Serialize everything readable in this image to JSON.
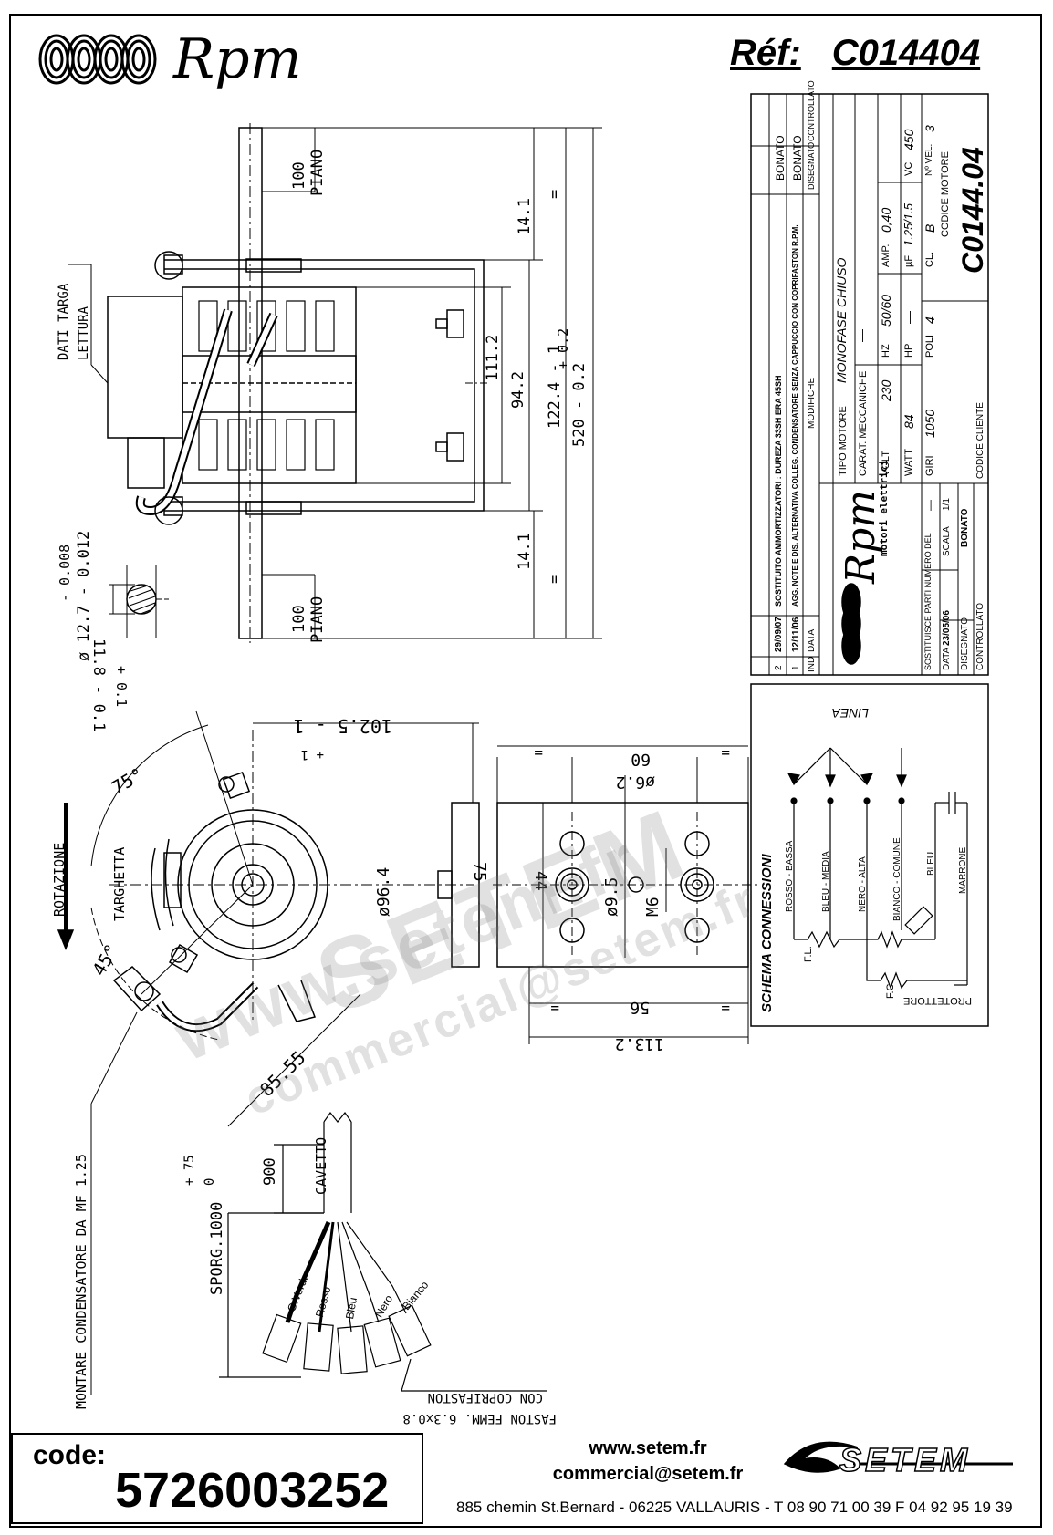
{
  "header": {
    "brand": "Rpm",
    "ref_label": "Réf:",
    "ref_value": "C014404"
  },
  "top_view": {
    "dati_targa": "DATI TARGA",
    "lettura": "LETTURA",
    "dim_100_top": "100",
    "piano_top": "PIANO",
    "dim_100_bottom": "100",
    "piano_bottom": "PIANO",
    "dim_14_1_top": "14.1",
    "dim_14_1_bottom": "14.1",
    "dim_111": "111.2",
    "dim_94": "94.2",
    "dim_122": "122.4 - 1",
    "dim_520": "520 - 0.2",
    "tol_520": "+ 0.2",
    "eq": "=",
    "shaft_tol_top": "- 0.008",
    "shaft_diam": "ø 12.7 - 0.012",
    "shaft_flat": "11.8 - 0.1",
    "shaft_flat_tol": "+ 0.1"
  },
  "front_view": {
    "angle_75": "75°",
    "angle_45": "45°",
    "rotazione": "ROTAZIONE",
    "targhetta": "TARGHETTA",
    "dim_102": "102.5 - 1",
    "dim_102_tol": "+ 1",
    "dim_96": "ø96.4",
    "dim_85": "85.55",
    "condensatore": "MONTARE CONDENSATORE DA MF 1.25"
  },
  "side_view": {
    "dim_60": "60",
    "dim_6_2": "ø6.2",
    "dim_75": "75",
    "dim_44": "44",
    "dim_9_5": "ø9.5",
    "dim_m6": "M6",
    "dim_56": "56",
    "dim_113": "113.2",
    "eq": "="
  },
  "cable": {
    "cavetto": "CAVETTO",
    "dim_900": "900",
    "sporg": "SPORG.1000",
    "sporg_tol_plus": "+ 75",
    "sporg_tol_zero": "0",
    "wires": [
      "G.Verde",
      "Rosso",
      "Bleu",
      "Nero",
      "Bianco"
    ],
    "faston": "FASTON FEMM. 6.3x0.8",
    "copri": "CON COPRIFASTON"
  },
  "title_block": {
    "revisions": [
      {
        "ind": "2",
        "data": "29/09/07",
        "text": "SOSTITUITO AMMORTIZZATORI : DUREZA 33SH ERA 45SH",
        "by": "BONATO"
      },
      {
        "ind": "1",
        "data": "12/11/06",
        "text": "AGG. NOTE E DIS. ALTERNATIVA COLLEG. CONDENSATORE SENZA CAPPUCCIO CON COPRIFASTON R.P.M.",
        "by": "BONATO"
      }
    ],
    "col_ind": "IND",
    "col_data": "DATA",
    "col_modifiche": "MODIFICHE",
    "col_disegnato": "DISEGNATO",
    "col_controllato": "CONTROLLATO",
    "rpm_sub": "motori elettrici",
    "tipo_motore_label": "TIPO MOTORE",
    "tipo_motore": "MONOFASE CHIUSO",
    "carat_label": "CARAT. MECCANICHE",
    "carat_value": "—",
    "volt_label": "VOLT",
    "volt": "230",
    "hz_label": "HZ",
    "hz": "50/60",
    "amp_label": "AMP.",
    "amp": "0,40",
    "watt_label": "WATT",
    "watt": "84",
    "hp_label": "HP",
    "hp": "—",
    "uf_label": "µF",
    "uf": "1.25/1.5",
    "vc_label": "VC",
    "vc": "450",
    "giri_label": "GIRI",
    "giri": "1050",
    "poli_label": "POLI",
    "poli": "4",
    "cl_label": "CL.",
    "cl": "B",
    "nvel_label": "Nº VEL.",
    "nvel": "3",
    "codice_motore_label": "CODICE MOTORE",
    "codice_motore": "C0144.04",
    "sostituisce_label": "SOSTITUISCE PARTI NUMERO DEL",
    "sostituisce": "—",
    "scala_label": "SCALA",
    "scala": "1/1",
    "data_label": "DATA",
    "data": "23/05/06",
    "disegnato_label": "DISEGNATO",
    "disegnato": "BONATO",
    "controllato_label": "CONTROLLATO",
    "codice_cliente_label": "CODICE CLIENTE"
  },
  "schema": {
    "title": "SCHEMA CONNESSIONI",
    "linea": "LINEA",
    "wires": [
      "ROSSO - BASSA",
      "BLEU - MEDIA",
      "NERO - ALTA",
      "BIANCO - COMUNE",
      "BLEU",
      "MARRONE"
    ],
    "fl": "F.L.",
    "fc": "F.C.",
    "protettore": "PROTETTORE"
  },
  "footer": {
    "code_label": "code:",
    "code_value": "5726003252",
    "website": "www.setem.fr",
    "email": "commercial@setem.fr",
    "address": "885 chemin St.Bernard  -  06225 VALLAURIS  -  T 08 90 71 00 39   F 04 92 95 19 39",
    "setem": "SETEM"
  },
  "watermarks": [
    "www.setem.fr",
    "SETEM",
    "commercial@setem.fr"
  ]
}
